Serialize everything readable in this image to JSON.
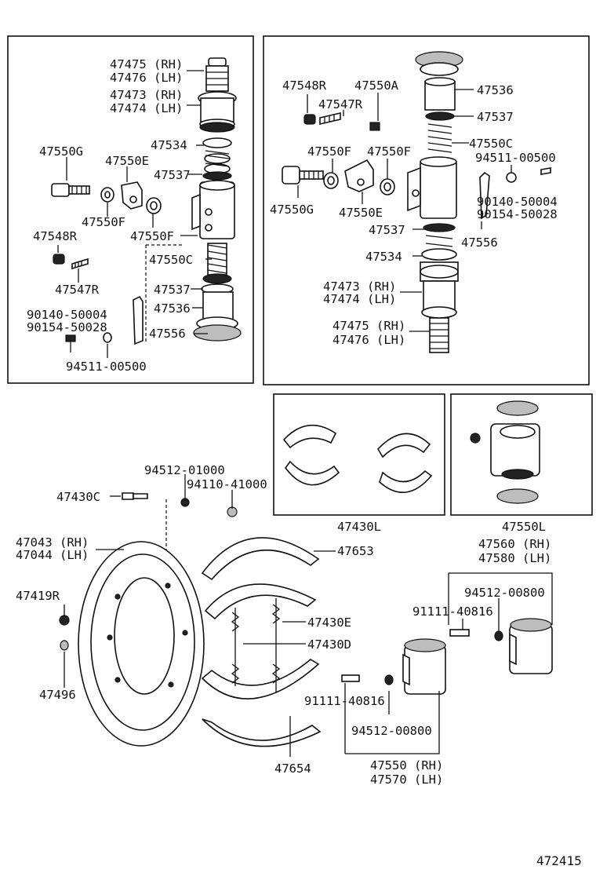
{
  "figure_number": "472415",
  "labels": {
    "l1": "47475 (RH)",
    "l2": "47476 (LH)",
    "l3": "47473 (RH)",
    "l4": "47474 (LH)",
    "l5": "47534",
    "l6": "47550G",
    "l7": "47550E",
    "l8": "47537",
    "l9": "47550F",
    "l10": "47550F",
    "l11": "47548R",
    "l12": "47550C",
    "l13": "47547R",
    "l14": "47537",
    "l15": "90140-50004",
    "l16": "90154-50028",
    "l17": "47536",
    "l18": "47556",
    "l19": "94511-00500",
    "r1": "47548R",
    "r2": "47550A",
    "r3": "47536",
    "r4": "47547R",
    "r5": "47537",
    "r6": "47550C",
    "r7": "47550F",
    "r8": "47550F",
    "r9": "94511-00500",
    "r10": "90140-50004",
    "r11": "90154-50028",
    "r12": "47550G",
    "r13": "47550E",
    "r14": "47537",
    "r15": "47556",
    "r16": "47534",
    "r17": "47473 (RH)",
    "r18": "47474 (LH)",
    "r19": "47475 (RH)",
    "r20": "47476 (LH)",
    "kit1": "47430L",
    "kit2": "47550L",
    "b1": "94512-01000",
    "b2": "94110-41000",
    "b3": "47430C",
    "b4": "47043 (RH)",
    "b5": "47044 (LH)",
    "b6": "47653",
    "b7": "47560 (RH)",
    "b8": "47580 (LH)",
    "b9": "94512-00800",
    "b10": "91111-40816",
    "b11": "47419R",
    "b12": "47430E",
    "b13": "47430D",
    "b14": "47496",
    "b15": "91111-40816",
    "b16": "94512-00800",
    "b17": "47654",
    "b18": "47550 (RH)",
    "b19": "47570 (LH)"
  }
}
